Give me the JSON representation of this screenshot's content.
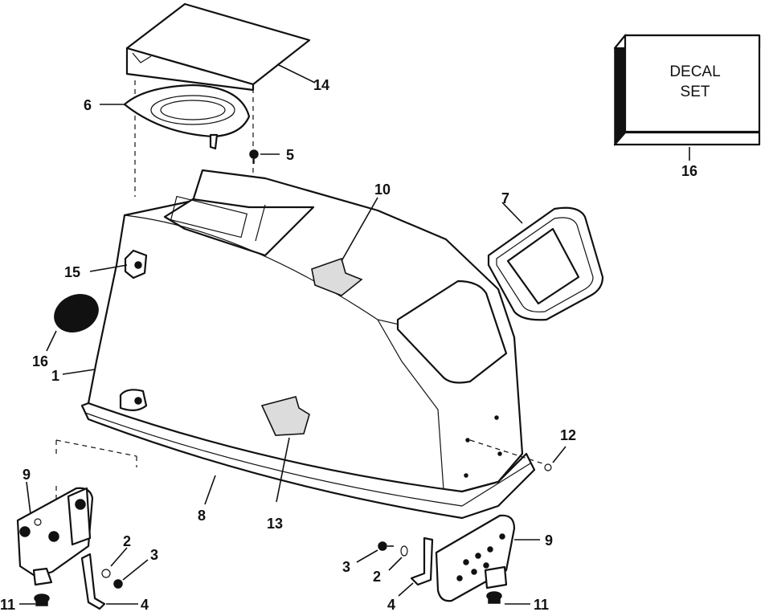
{
  "decal_box": {
    "line1": "DECAL",
    "line2": "SET",
    "callout": "16"
  },
  "callouts": {
    "c1": "1",
    "c2a": "2",
    "c2b": "2",
    "c3a": "3",
    "c3b": "3",
    "c4a": "4",
    "c4b": "4",
    "c5": "5",
    "c6": "6",
    "c7": "7",
    "c8": "8",
    "c9a": "9",
    "c9b": "9",
    "c10": "10",
    "c11a": "11",
    "c11b": "11",
    "c12": "12",
    "c13": "13",
    "c14": "14",
    "c15": "15",
    "c16a": "16"
  },
  "colors": {
    "ink": "#111111",
    "paper": "#ffffff",
    "pad": "#dcdcdc"
  }
}
